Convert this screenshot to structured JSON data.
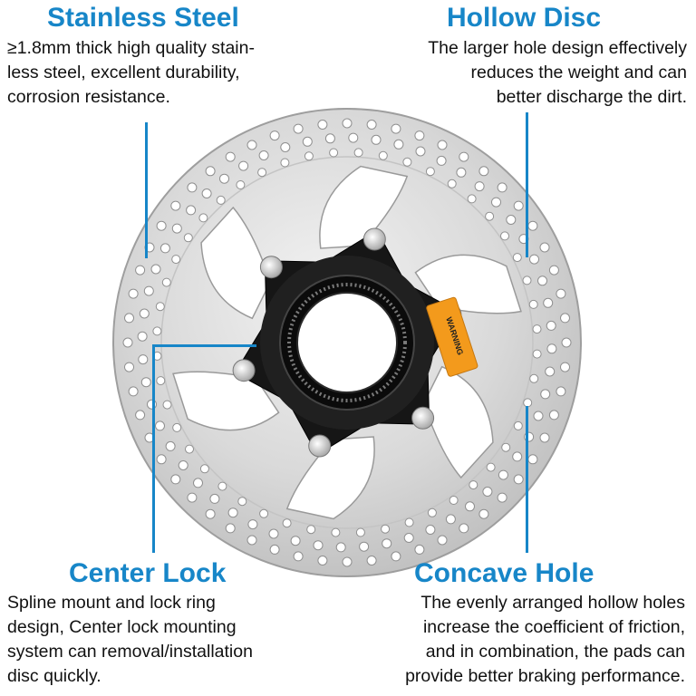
{
  "accent_color": "#1786c8",
  "features": {
    "stainless": {
      "title": "Stainless Steel",
      "lines": [
        "≥1.8mm thick high quality stain-",
        "less steel, excellent durability,",
        "corrosion resistance."
      ]
    },
    "hollow": {
      "title": "Hollow Disc",
      "lines": [
        "The larger hole design effectively",
        "reduces the weight and can",
        "better discharge the dirt."
      ]
    },
    "center": {
      "title": "Center Lock",
      "lines": [
        "Spline mount and lock ring",
        "design, Center lock mounting",
        "system can removal/installation",
        "disc quickly."
      ]
    },
    "concave": {
      "title": "Concave Hole",
      "lines": [
        "The evenly arranged hollow holes",
        "increase the coefficient of friction,",
        "and in combination, the pads can",
        "provide better braking performance."
      ]
    }
  },
  "warning_label": "WARNING"
}
